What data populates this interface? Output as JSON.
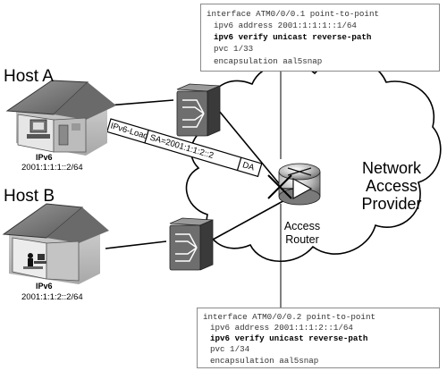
{
  "config_top": {
    "lines": [
      {
        "text": "interface ATM0/0/0.1 point-to-point",
        "bold": false
      },
      {
        "text": "ipv6 address 2001:1:1:1::1/64",
        "bold": false
      },
      {
        "text": "ipv6 verify unicast reverse-path",
        "bold": true
      },
      {
        "text": "pvc 1/33",
        "bold": false
      },
      {
        "text": "encapsulation aal5snap",
        "bold": false
      }
    ]
  },
  "config_bottom": {
    "lines": [
      {
        "text": "interface ATM0/0/0.2 point-to-point",
        "bold": false
      },
      {
        "text": "ipv6 address 2001:1:1:2::1/64",
        "bold": false
      },
      {
        "text": "ipv6 verify unicast reverse-path",
        "bold": true
      },
      {
        "text": "pvc 1/34",
        "bold": false
      },
      {
        "text": "encapsulation aal5snap",
        "bold": false
      }
    ]
  },
  "host_a": {
    "label": "Host A",
    "protocol": "IPv6",
    "address": "2001:1:1:1::2/64"
  },
  "host_b": {
    "label": "Host B",
    "protocol": "IPv6",
    "address": "2001:1:1:2::2/64"
  },
  "packet": {
    "load": "IPv6-Load",
    "source": "SA=2001:1:1:2::2",
    "dest": "DA"
  },
  "cloud": {
    "line1": "Network",
    "line2": "Access",
    "line3": "Provider"
  },
  "router": {
    "line1": "Access",
    "line2": "Router"
  },
  "colors": {
    "gray_dark": "#4a4a4a",
    "gray_mid": "#8c8c8c",
    "gray_light": "#cfcfcf",
    "line": "#000000"
  }
}
